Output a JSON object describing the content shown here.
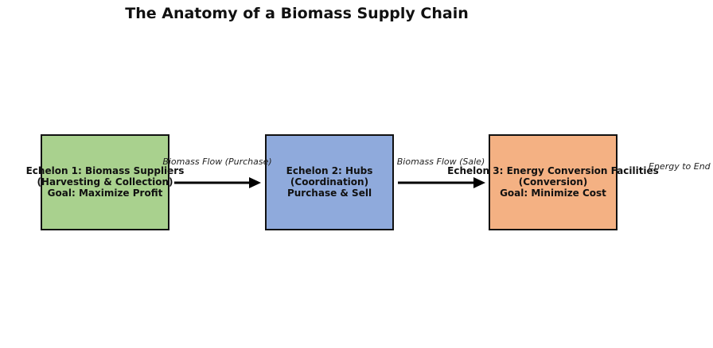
{
  "title": "The Anatomy of a Biomass Supply Chain",
  "nodes": [
    {
      "lines": [
        "Echelon 1: Biomass Suppliers",
        "(Harvesting & Collection)",
        "Goal: Maximize Profit"
      ],
      "color": "#a9d18e"
    },
    {
      "lines": [
        "Echelon 2: Hubs",
        "(Coordination)",
        "Purchase & Sell"
      ],
      "color": "#8faadc"
    },
    {
      "lines": [
        "Echelon 3: Energy Conversion Facilities",
        "(Conversion)",
        "Goal: Minimize Cost"
      ],
      "color": "#f4b183"
    }
  ],
  "edges": [
    {
      "label": "Biomass Flow (Purchase)"
    },
    {
      "label": "Biomass Flow (Sale)"
    },
    {
      "label": "Energy to End User"
    }
  ],
  "colors": {
    "border": "#111111",
    "arrow": "#000000",
    "text": "#111111"
  }
}
